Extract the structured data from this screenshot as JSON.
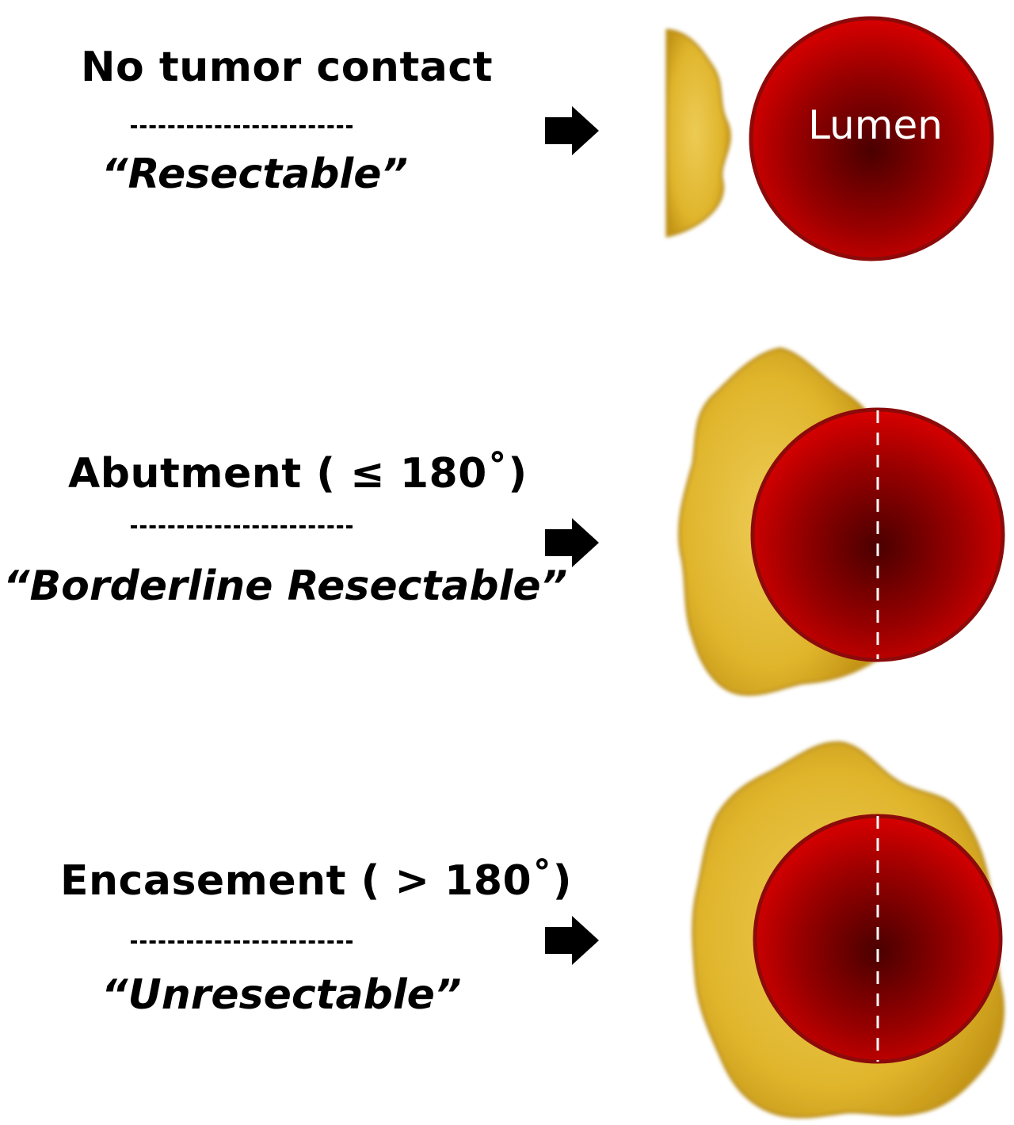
{
  "rows": [
    {
      "criterion": "No tumor contact",
      "resectability": "“Resectable”",
      "lumen_label": "Lumen"
    },
    {
      "criterion": "Abutment ( ≤ 180˚)",
      "resectability": "“Borderline Resectable”"
    },
    {
      "criterion": "Encasement ( > 180˚)",
      "resectability": "“Unresectable”"
    }
  ],
  "colors": {
    "tumor": "#e2b62c",
    "tumor_edge": "#b88a14",
    "lumen_outer": "#d40000",
    "lumen_inner": "#4a0000",
    "lumen_ring": "#8c0a0a",
    "arrow": "#000000"
  },
  "icons": {
    "arrow": "right-arrow-icon"
  }
}
